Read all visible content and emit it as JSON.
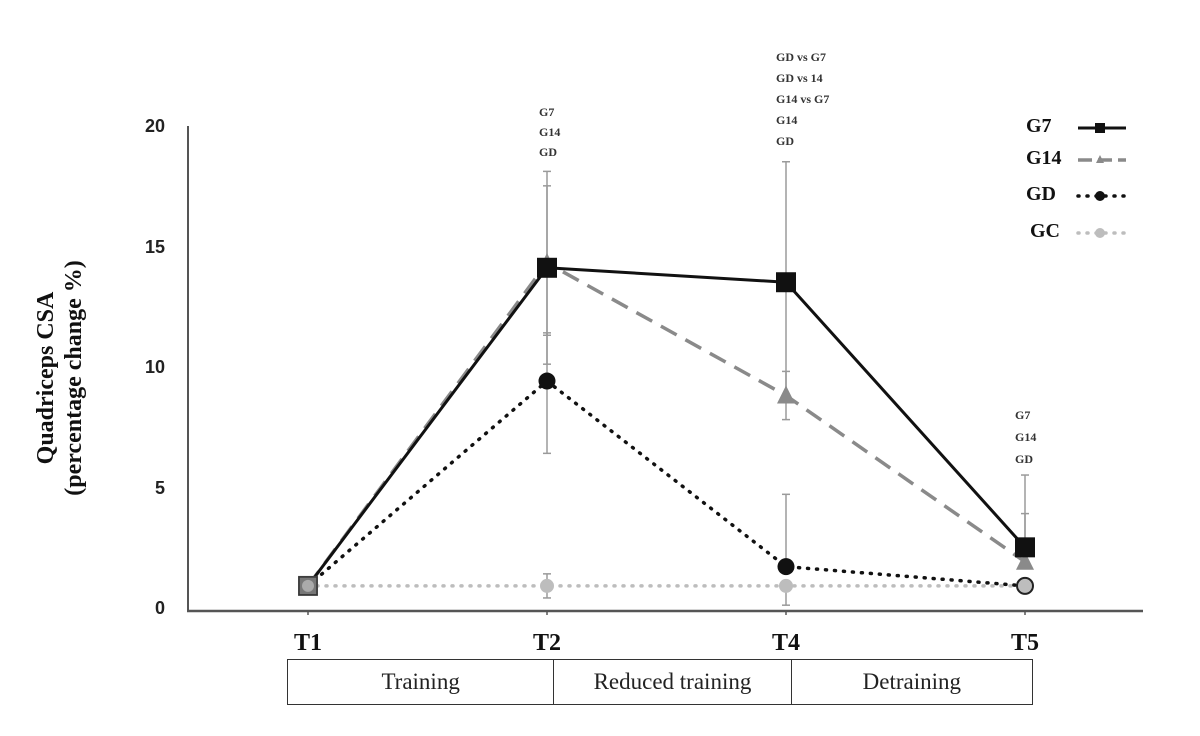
{
  "chart_data": {
    "type": "line",
    "title": "",
    "ylabel": "Quadriceps CSA (percentage change %)",
    "ylabel_lines": [
      "Quadriceps CSA",
      "(percentage change %)"
    ],
    "xlabel": "",
    "categories": [
      "T1",
      "T2",
      "T4",
      "T5"
    ],
    "ylim": [
      0,
      20
    ],
    "yticks": [
      0,
      5,
      10,
      15,
      20
    ],
    "grid": false,
    "legend_position": "top-right",
    "series": [
      {
        "name": "G7",
        "style": "solid black line, square marker",
        "values": [
          1.0,
          14.2,
          13.6,
          2.6
        ],
        "error_upper": [
          null,
          18.2,
          18.6,
          5.6
        ],
        "error_lower": [
          null,
          10.2,
          8.6,
          null
        ]
      },
      {
        "name": "G14",
        "style": "dashed grey line, triangle marker",
        "values": [
          1.0,
          14.4,
          8.9,
          2.0
        ],
        "error_upper": [
          null,
          17.6,
          9.9,
          4.0
        ],
        "error_lower": [
          null,
          11.4,
          7.9,
          null
        ]
      },
      {
        "name": "GD",
        "style": "dotted black line, circle marker",
        "values": [
          1.0,
          9.5,
          1.8,
          1.0
        ],
        "error_upper": [
          null,
          11.5,
          4.8,
          null
        ],
        "error_lower": [
          null,
          6.5,
          null,
          null
        ]
      },
      {
        "name": "GC",
        "style": "dotted light grey line, circle marker",
        "values": [
          1.0,
          1.0,
          1.0,
          1.0
        ],
        "error_upper": [
          null,
          1.5,
          null,
          null
        ],
        "error_lower": [
          null,
          0.5,
          0.2,
          null
        ]
      }
    ],
    "annotations": [
      {
        "x": "T2",
        "lines": [
          "G7",
          "G14",
          "GD"
        ]
      },
      {
        "x": "T4",
        "lines": [
          "GD vs G7",
          "GD vs 14",
          "G14 vs G7",
          "G14",
          "GD"
        ]
      },
      {
        "x": "T5",
        "lines": [
          "G7",
          "G14",
          "GD"
        ]
      }
    ],
    "phases": [
      {
        "label": "Training",
        "from": "T1",
        "to": "T2"
      },
      {
        "label": "Reduced training",
        "from": "T2",
        "to": "T4"
      },
      {
        "label": "Detraining",
        "from": "T4",
        "to": "T5"
      }
    ]
  },
  "colors": {
    "G7": "#111111",
    "G14": "#8a8a8a",
    "GD": "#111111",
    "GC": "#bdbdbd",
    "errorbar": "#9a9a9a",
    "axis": "#555555"
  }
}
